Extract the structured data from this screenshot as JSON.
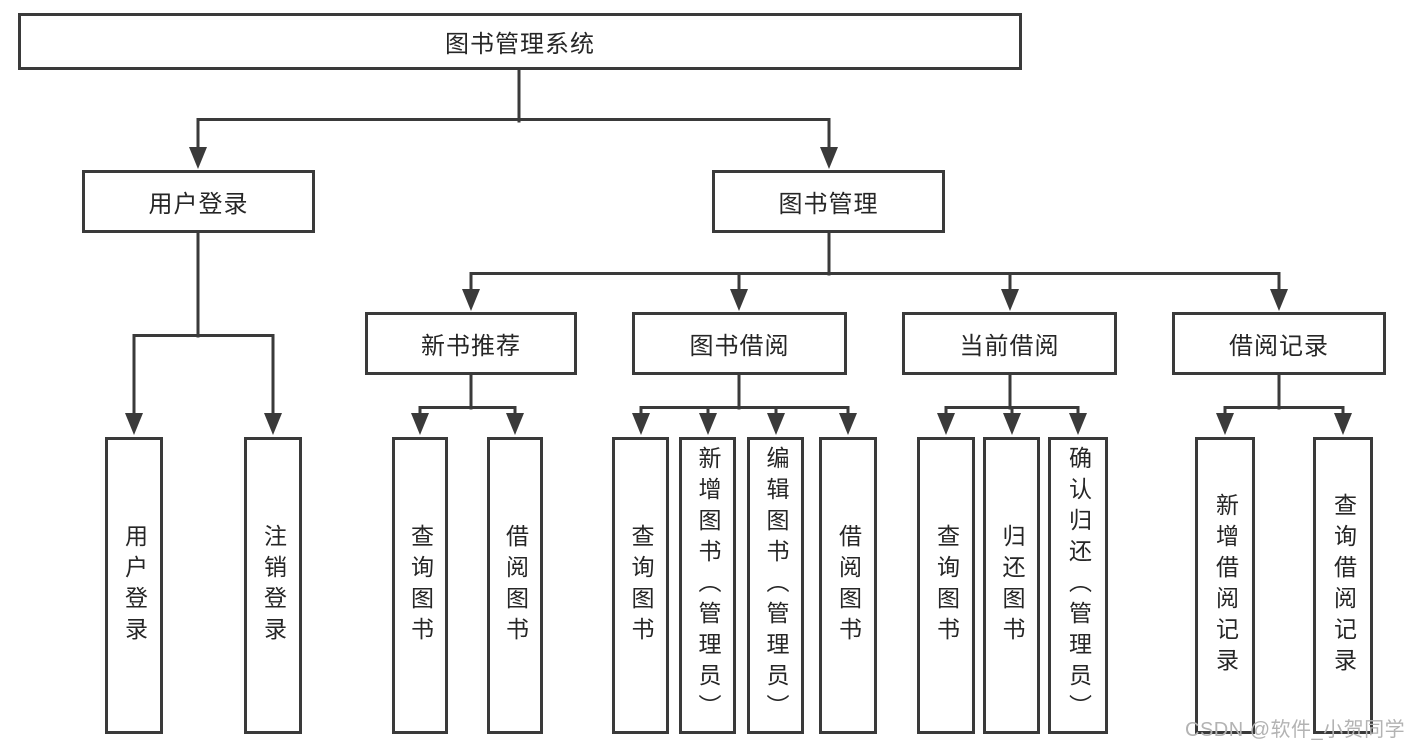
{
  "tree": {
    "root": {
      "label": "图书管理系统"
    },
    "branches": [
      {
        "label": "用户登录",
        "children": [
          {
            "label": "用户登录"
          },
          {
            "label": "注销登录"
          }
        ]
      },
      {
        "label": "图书管理",
        "groups": [
          {
            "label": "新书推荐",
            "children": [
              {
                "label": "查询图书"
              },
              {
                "label": "借阅图书"
              }
            ]
          },
          {
            "label": "图书借阅",
            "children": [
              {
                "label": "查询图书"
              },
              {
                "label": "新增图书（管理员）"
              },
              {
                "label": "编辑图书（管理员）"
              },
              {
                "label": "借阅图书"
              }
            ]
          },
          {
            "label": "当前借阅",
            "children": [
              {
                "label": "查询图书"
              },
              {
                "label": "归还图书"
              },
              {
                "label": "确认归还（管理员）"
              }
            ]
          },
          {
            "label": "借阅记录",
            "children": [
              {
                "label": "新增借阅记录"
              },
              {
                "label": "查询借阅记录"
              }
            ]
          }
        ]
      }
    ]
  },
  "watermark": {
    "text": "CSDN @软件_小贺同学"
  },
  "colors": {
    "background": "#ffffff",
    "line": "#3a3a3a",
    "box_border": "#3a3a3a",
    "text": "#262626",
    "watermark": "#b3b3b3"
  }
}
